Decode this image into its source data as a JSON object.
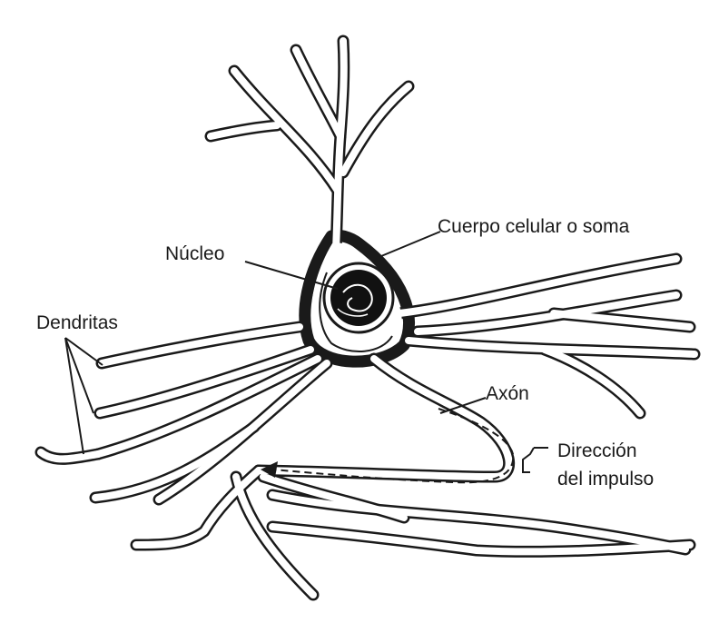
{
  "diagram": {
    "labels": {
      "soma": "Cuerpo celular o soma",
      "nucleus": "Núcleo",
      "dendrites": "Dendritas",
      "axon": "Axón",
      "direction_line1": "Dirección",
      "direction_line2": "del impulso"
    },
    "colors": {
      "ink": "#1a1a1a",
      "background": "#ffffff"
    }
  }
}
